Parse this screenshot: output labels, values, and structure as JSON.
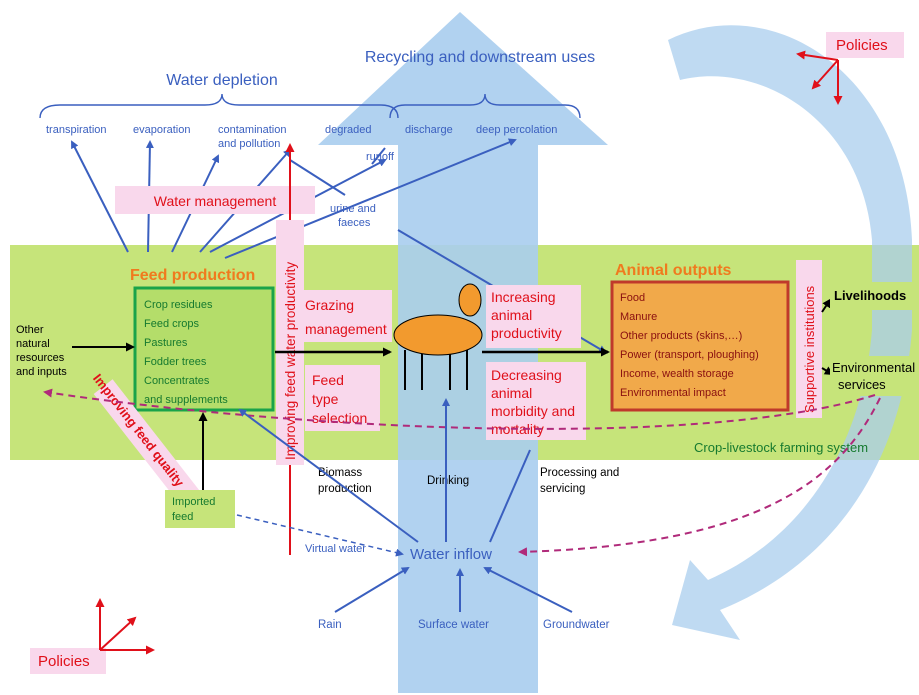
{
  "colors": {
    "water_arrow": "#a9cdee",
    "green_band": "#c6e47a",
    "feed_box_border": "#1aa34a",
    "feed_box_fill": "#b4dd6a",
    "outputs_box_border": "#c0392b",
    "outputs_box_fill": "#f1a94a",
    "orange_text": "#f07a1e",
    "blue_text": "#3a5fbf",
    "red_text": "#e0101a",
    "pink_box": "#f9d8ec",
    "dark_green_text": "#167a2f",
    "animal_fill": "#f29a2e"
  },
  "top": {
    "recycling": "Recycling and downstream uses",
    "water_depletion": "Water depletion",
    "transpiration": "transpiration",
    "evaporation": "evaporation",
    "contamination_line1": "contamination",
    "contamination_line2": "and pollution",
    "degraded": "degraded",
    "discharge": "discharge",
    "deep_percolation": "deep percolation",
    "runoff": "runoff",
    "urine_line1": "urine and",
    "urine_line2": "faeces"
  },
  "policies_top": "Policies",
  "policies_bottom": "Policies",
  "water_management": "Water management",
  "improving_feed_water_productivity": "Improving feed water productivity",
  "improving_feed_quality": "Improving feed quality",
  "feed_production": {
    "title": "Feed production",
    "items": [
      "Crop residues",
      "Feed crops",
      "Pastures",
      "Fodder trees",
      "Concentrates",
      "and supplements"
    ]
  },
  "other_resources": [
    "Other",
    "natural",
    "resources",
    "and inputs"
  ],
  "grazing": [
    "Grazing",
    "management"
  ],
  "feed_type": [
    "Feed",
    "type",
    "selection"
  ],
  "increasing": [
    "Increasing",
    "animal",
    "productivity"
  ],
  "decreasing": [
    "Decreasing",
    "animal",
    "morbidity and",
    "mortality"
  ],
  "animal_outputs": {
    "title": "Animal outputs",
    "items": [
      "Food",
      "Manure",
      "Other products (skins,…)",
      "Power (transport, ploughing)",
      "Income, wealth storage",
      "Environmental impact"
    ]
  },
  "supportive_institutions": "Supportive institutions",
  "livelihoods": "Livelihoods",
  "environmental": [
    "Environmental",
    "services"
  ],
  "crop_livestock": "Crop-livestock farming system",
  "imported_feed": [
    "Imported",
    "feed"
  ],
  "biomass": [
    "Biomass",
    "production"
  ],
  "drinking": "Drinking",
  "processing": [
    "Processing and",
    "servicing"
  ],
  "virtual_water": "Virtual water",
  "water_inflow": "Water inflow",
  "rain": "Rain",
  "surface_water": "Surface water",
  "groundwater": "Groundwater"
}
